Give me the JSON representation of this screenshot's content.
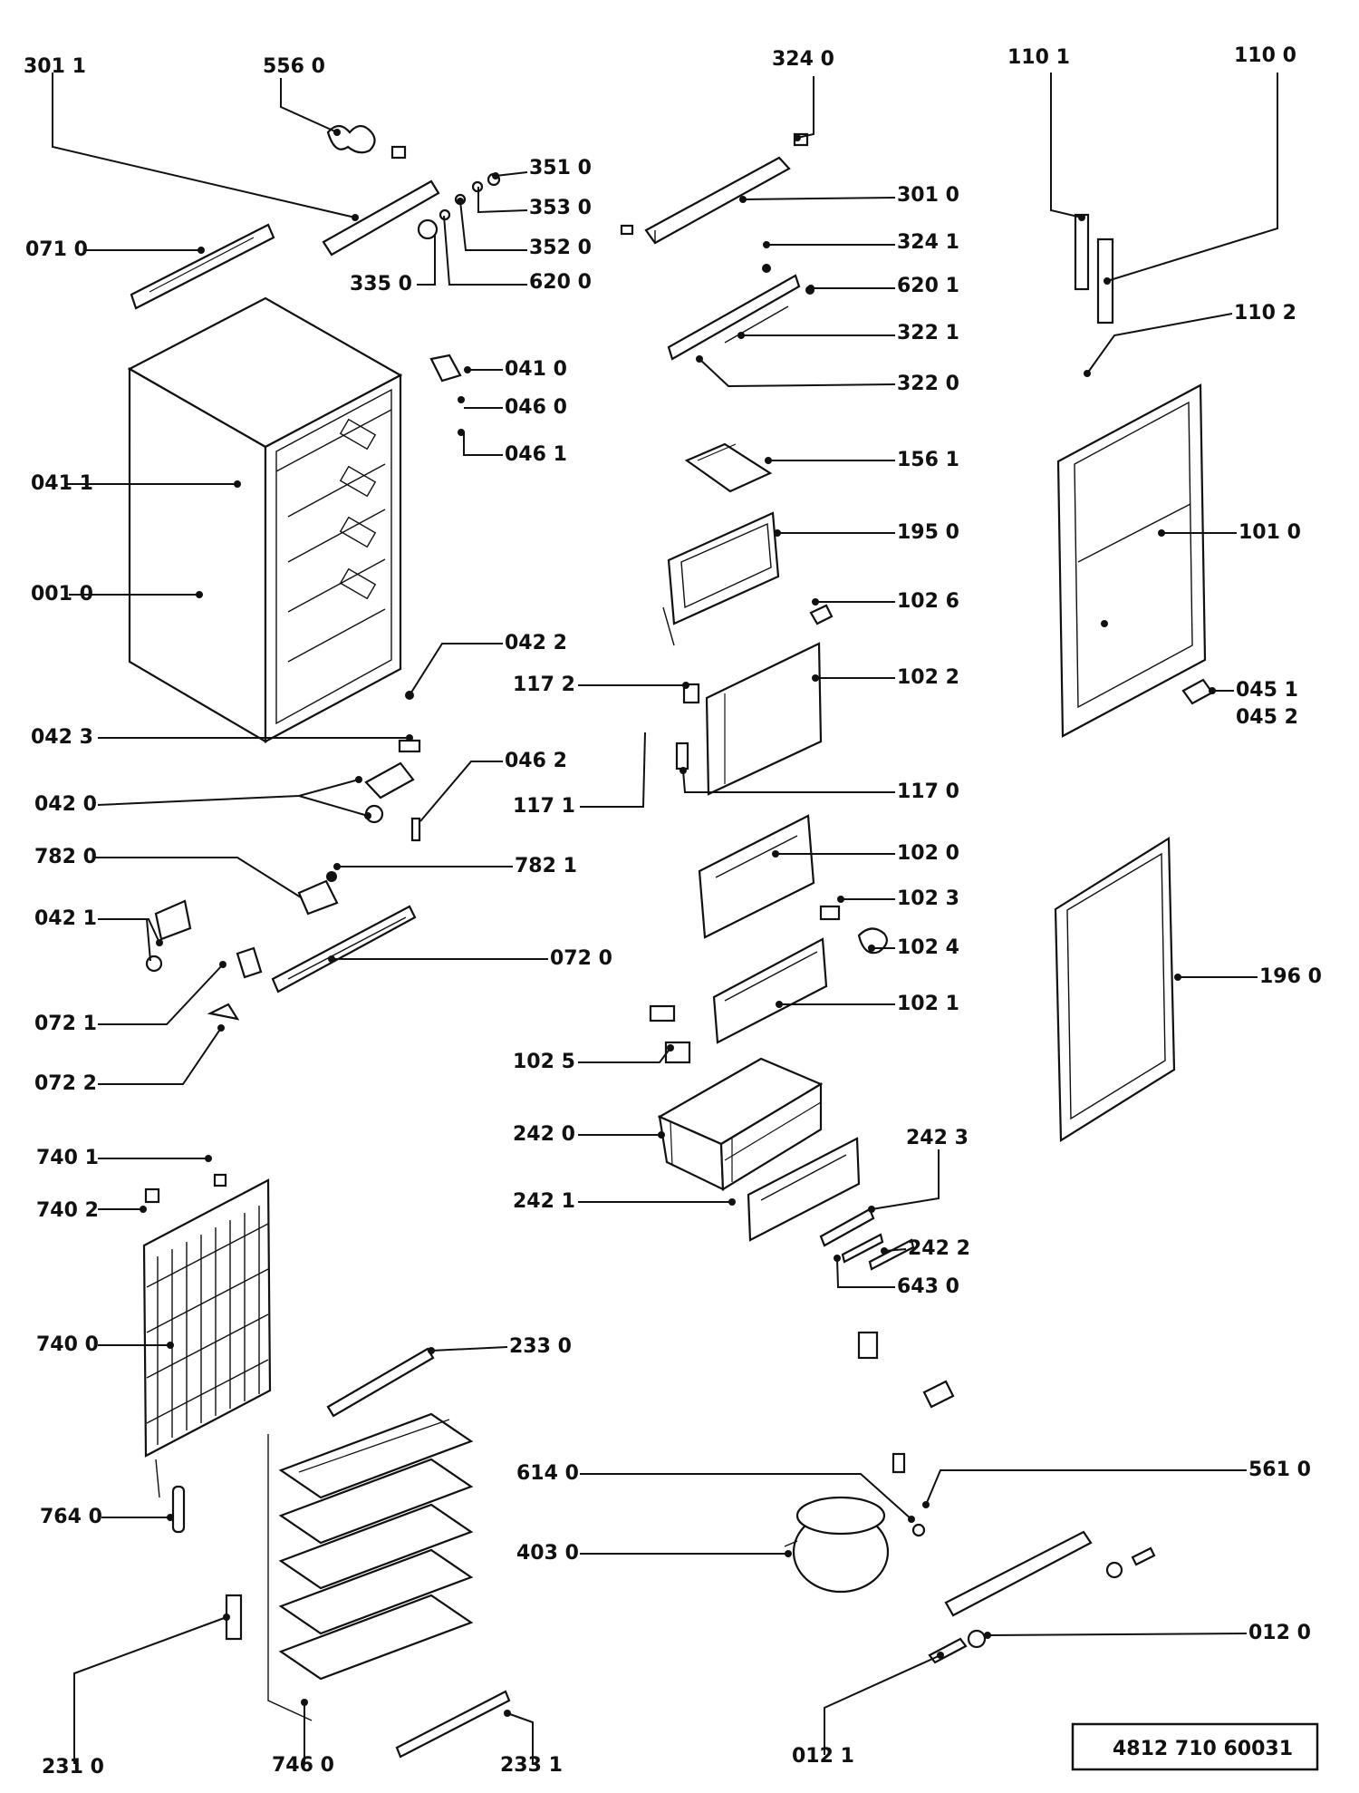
{
  "document_number": "4812 710 60031",
  "part_labels": {
    "p3011": "301 1",
    "p5560": "556 0",
    "p3240": "324 0",
    "p1101": "110 1",
    "p1100": "110 0",
    "p3510": "351 0",
    "p3530": "353 0",
    "p3010": "301 0",
    "p0710": "071 0",
    "p3520": "352 0",
    "p3350": "335 0",
    "p6200": "620 0",
    "p3241": "324 1",
    "p6201": "620 1",
    "p1102": "110 2",
    "p3221": "322 1",
    "p0410": "041 0",
    "p0460": "046 0",
    "p3220": "322 0",
    "p0461": "046 1",
    "p1561": "156 1",
    "p0411": "041 1",
    "p1950": "195 0",
    "p1010": "101 0",
    "p0010": "001 0",
    "p1026": "102 6",
    "p0422": "042 2",
    "p1172": "117 2",
    "p1022": "102 2",
    "p0451": "045 1",
    "p0452": "045 2",
    "p0423": "042 3",
    "p0462": "046 2",
    "p1170": "117 0",
    "p0420": "042 0",
    "p1171": "117 1",
    "p1020": "102 0",
    "p7820": "782 0",
    "p7821": "782 1",
    "p1023": "102 3",
    "p0421": "042 1",
    "p1024": "102 4",
    "p0720": "072 0",
    "p1960": "196 0",
    "p1021": "102 1",
    "p0721": "072 1",
    "p1025": "102 5",
    "p0722": "072 2",
    "p2420": "242 0",
    "p2423": "242 3",
    "p7401": "740 1",
    "p2421": "242 1",
    "p7402": "740 2",
    "p2422": "242 2",
    "p6430": "643 0",
    "p7400": "740 0",
    "p2330": "233 0",
    "p6140": "614 0",
    "p5610": "561 0",
    "p7640": "764 0",
    "p4030": "403 0",
    "p0120": "012 0",
    "p2310": "231 0",
    "p7460": "746 0",
    "p2331": "233 1",
    "p0121": "012 1"
  }
}
